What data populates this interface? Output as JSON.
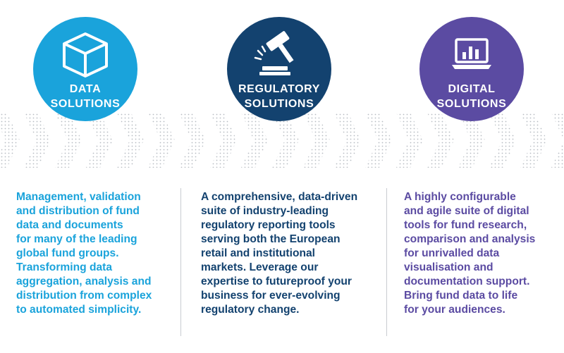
{
  "colors": {
    "data": "#1aa3db",
    "regulatory": "#13426f",
    "digital": "#5b4ba2",
    "band": "#b8bcc2"
  },
  "solutions": [
    {
      "icon": "cube-icon",
      "title_lines": [
        "DATA",
        "SOLUTIONS"
      ],
      "description_lines": [
        "Management, validation",
        "and distribution of fund",
        "data and documents",
        "for many of the leading",
        "global fund groups.",
        "Transforming data",
        "aggregation, analysis and",
        "distribution from complex",
        "to automated simplicity."
      ]
    },
    {
      "icon": "gavel-icon",
      "title_lines": [
        "REGULATORY",
        "SOLUTIONS"
      ],
      "description_lines": [
        "A comprehensive, data-driven",
        "suite of industry-leading",
        "regulatory reporting tools",
        "serving both the European",
        "retail and institutional",
        "markets. Leverage our",
        "expertise to futureproof your",
        "business for ever-evolving",
        "regulatory change."
      ]
    },
    {
      "icon": "laptop-chart-icon",
      "title_lines": [
        "DIGITAL",
        "SOLUTIONS"
      ],
      "description_lines": [
        "A highly configurable",
        "and agile suite of digital",
        "tools for fund research,",
        "comparison and analysis",
        "for unrivalled data",
        "visualisation and",
        "documentation support.",
        "Bring fund data to life",
        "for your audiences."
      ]
    }
  ]
}
